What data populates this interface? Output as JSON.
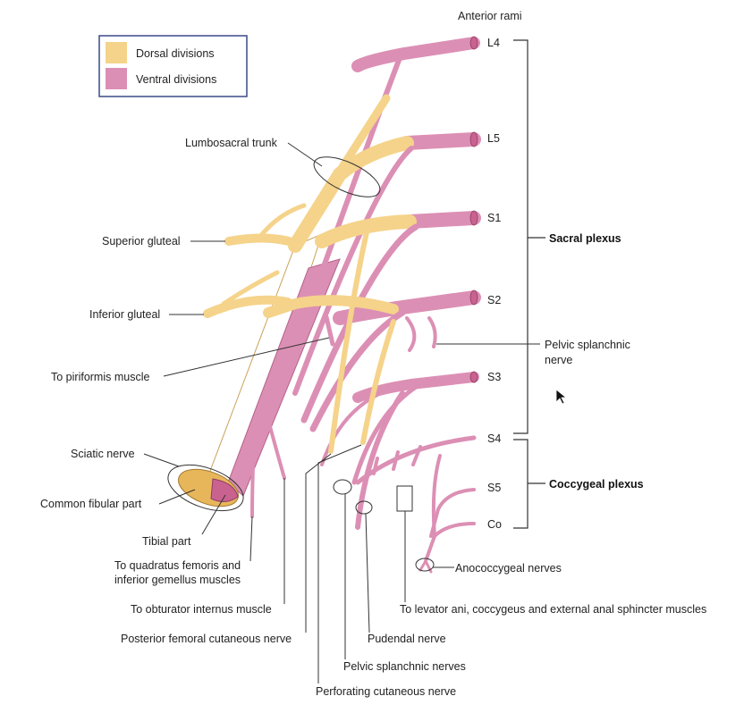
{
  "colors": {
    "dorsal": "#f5d38a",
    "dorsal_outline": "#c9a25a",
    "ventral": "#dc8fb4",
    "ventral_outline": "#b5608a",
    "cut_dorsal": "#e8b65a",
    "cut_ventral": "#c9628f"
  },
  "legend": {
    "dorsal": "Dorsal divisions",
    "ventral": "Ventral divisions"
  },
  "header": {
    "anterior_rami": "Anterior rami"
  },
  "rami": [
    "L4",
    "L5",
    "S1",
    "S2",
    "S3",
    "S4",
    "S5",
    "Co"
  ],
  "plexus": {
    "sacral": "Sacral plexus",
    "coccygeal": "Coccygeal plexus"
  },
  "labels": {
    "lumbosacral_trunk": "Lumbosacral trunk",
    "superior_gluteal": "Superior gluteal",
    "inferior_gluteal": "Inferior gluteal",
    "to_piriformis": "To piriformis muscle",
    "sciatic_nerve": "Sciatic nerve",
    "common_fibular": "Common fibular part",
    "tibial_part": "Tibial part",
    "quadratus_line1": "To quadratus femoris and",
    "quadratus_line2": "inferior gemellus muscles",
    "obturator_internus": "To obturator internus muscle",
    "posterior_femoral": "Posterior femoral cutaneous nerve",
    "pelvic_splanchnic_nerves": "Pelvic splanchnic nerves",
    "perforating_cutaneous": "Perforating cutaneous nerve",
    "pudendal": "Pudendal nerve",
    "levator_ani": "To levator ani, coccygeus and external anal sphincter muscles",
    "anococcygeal": "Anococcygeal nerves",
    "pelvic_splanchnic_line1": "Pelvic splanchnic",
    "pelvic_splanchnic_line2": "nerve"
  }
}
